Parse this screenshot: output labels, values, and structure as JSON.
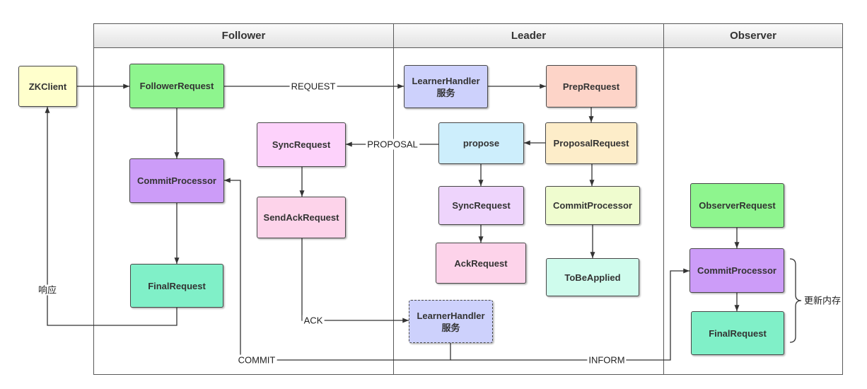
{
  "lanes": {
    "follower": "Follower",
    "leader": "Leader",
    "observer": "Observer"
  },
  "nodes": {
    "zkclient": {
      "label": "ZKClient",
      "fill": "#ffffcc"
    },
    "follower_request": {
      "label": "FollowerRequest",
      "fill": "#8ef58e"
    },
    "follower_commit_processor": {
      "label": "CommitProcessor",
      "fill": "#cc9cf8"
    },
    "follower_final_request": {
      "label": "FinalRequest",
      "fill": "#80f0c8"
    },
    "follower_sync_request": {
      "label": "SyncRequest",
      "fill": "#fdd2fb"
    },
    "send_ack_request": {
      "label": "SendAckRequest",
      "fill": "#fdd3ea"
    },
    "learner_handler_request": {
      "label": "LearnerHandler",
      "sublabel": "服务",
      "fill": "#cdd1fc"
    },
    "prep_request": {
      "label": "PrepRequest",
      "fill": "#fdd4c8"
    },
    "propose": {
      "label": "propose",
      "fill": "#cdeefc"
    },
    "proposal_request": {
      "label": "ProposalRequest",
      "fill": "#fdedc9"
    },
    "leader_sync_request": {
      "label": "SyncRequest",
      "fill": "#eed4fc"
    },
    "leader_commit_processor": {
      "label": "CommitProcessor",
      "fill": "#effccf"
    },
    "ack_request": {
      "label": "AckRequest",
      "fill": "#fdd3ea"
    },
    "to_be_applied": {
      "label": "ToBeApplied",
      "fill": "#cffced"
    },
    "learner_handler_ack": {
      "label": "LearnerHandler",
      "sublabel": "服务",
      "fill": "#cdd1fc"
    },
    "observer_request": {
      "label": "ObserverRequest",
      "fill": "#8ef58e"
    },
    "observer_commit_processor": {
      "label": "CommitProcessor",
      "fill": "#cc9cf8"
    },
    "observer_final_request": {
      "label": "FinalRequest",
      "fill": "#80f0c8"
    }
  },
  "edge_labels": {
    "request": "REQUEST",
    "proposal": "PROPOSAL",
    "ack": "ACK",
    "commit": "COMMIT",
    "inform": "INFORM",
    "response": "响应",
    "update_memory": "更新内存"
  }
}
